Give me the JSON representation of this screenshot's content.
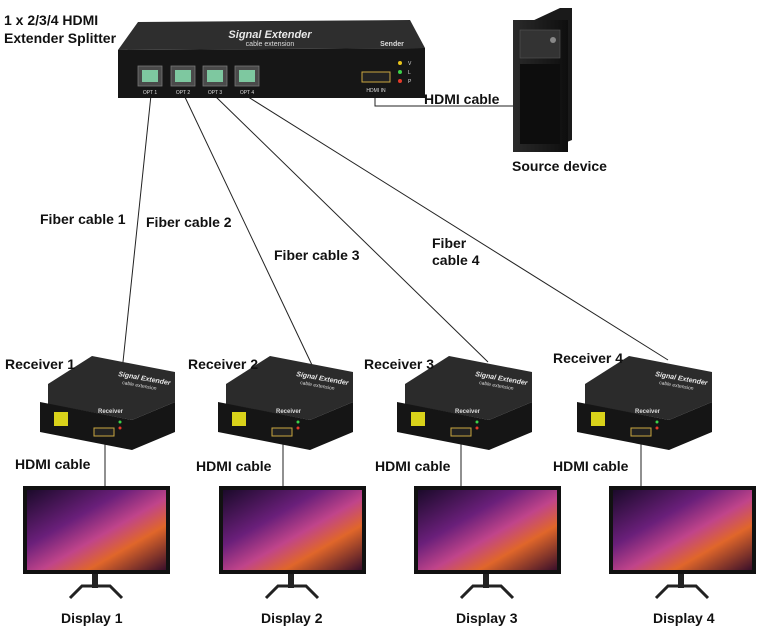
{
  "title_line1": "1 x 2/3/4 HDMI",
  "title_line2": "Extender Splitter",
  "splitter": {
    "brand": "Signal Extender",
    "sub": "cable extension",
    "role": "Sender",
    "ports": [
      "OPT 1",
      "OPT 2",
      "OPT 3",
      "OPT 4"
    ],
    "hdmi_port": "HDMI IN",
    "leds": [
      "V",
      "L",
      "P"
    ]
  },
  "source_label": "Source device",
  "source_cable": "HDMI cable",
  "fiber": [
    "Fiber cable 1",
    "Fiber cable 2",
    "Fiber cable 3"
  ],
  "fiber4_line1": "Fiber",
  "fiber4_line2": "cable 4",
  "receivers": [
    {
      "label": "Receiver 1",
      "brand": "Signal Extender",
      "sub": "cable extension",
      "role": "Receiver",
      "cable": "HDMI cable",
      "display": "Display 1"
    },
    {
      "label": "Receiver 2",
      "brand": "Signal Extender",
      "sub": "cable extension",
      "role": "Receiver",
      "cable": "HDMI cable",
      "display": "Display 2"
    },
    {
      "label": "Receiver 3",
      "brand": "Signal Extender",
      "sub": "cable extension",
      "role": "Receiver",
      "cable": "HDMI cable",
      "display": "Display 3"
    },
    {
      "label": "Receiver 4",
      "brand": "Signal Extender",
      "sub": "cable extension",
      "role": "Receiver",
      "cable": "HDMI cable",
      "display": "Display 4"
    }
  ],
  "colors": {
    "device": "#1c1c1c",
    "port_green": "#7ec8a0",
    "sfp_yellow": "#d9d21a",
    "wallpaper_purple": "#7a2c8a",
    "wallpaper_orange": "#e0662a"
  }
}
